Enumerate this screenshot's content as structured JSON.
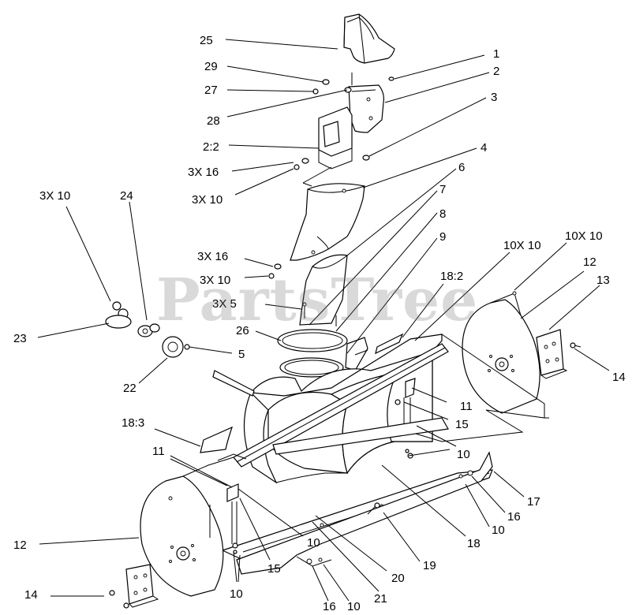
{
  "watermark": "PartsTree",
  "callouts": [
    {
      "id": "c25",
      "text": "25"
    },
    {
      "id": "c29",
      "text": "29"
    },
    {
      "id": "c27",
      "text": "27"
    },
    {
      "id": "c28",
      "text": "28"
    },
    {
      "id": "c22a",
      "text": "2:2"
    },
    {
      "id": "c3x16a",
      "text": "3X 16"
    },
    {
      "id": "c3x10a",
      "text": "3X 10"
    },
    {
      "id": "c1",
      "text": "1"
    },
    {
      "id": "c2",
      "text": "2"
    },
    {
      "id": "c3",
      "text": "3"
    },
    {
      "id": "c4",
      "text": "4"
    },
    {
      "id": "c6",
      "text": "6"
    },
    {
      "id": "c7",
      "text": "7"
    },
    {
      "id": "c8",
      "text": "8"
    },
    {
      "id": "c9",
      "text": "9"
    },
    {
      "id": "c3x10left",
      "text": "3X 10"
    },
    {
      "id": "c24",
      "text": "24"
    },
    {
      "id": "c23",
      "text": "23"
    },
    {
      "id": "c22",
      "text": "22"
    },
    {
      "id": "c5",
      "text": "5"
    },
    {
      "id": "c3x16b",
      "text": "3X 16"
    },
    {
      "id": "c3x10b",
      "text": "3X 10"
    },
    {
      "id": "c3x5",
      "text": "3X 5"
    },
    {
      "id": "c26",
      "text": "26"
    },
    {
      "id": "c18_2",
      "text": "18:2"
    },
    {
      "id": "c10x10a",
      "text": "10X 10"
    },
    {
      "id": "c10x10b",
      "text": "10X 10"
    },
    {
      "id": "c12r",
      "text": "12"
    },
    {
      "id": "c13",
      "text": "13"
    },
    {
      "id": "c14r",
      "text": "14"
    },
    {
      "id": "c11r",
      "text": "11"
    },
    {
      "id": "c15r",
      "text": "15"
    },
    {
      "id": "c10r",
      "text": "10"
    },
    {
      "id": "c18_3",
      "text": "18:3"
    },
    {
      "id": "c11l",
      "text": "11"
    },
    {
      "id": "c12l",
      "text": "12"
    },
    {
      "id": "c10l1",
      "text": "10"
    },
    {
      "id": "c15l",
      "text": "15"
    },
    {
      "id": "c10l2",
      "text": "10"
    },
    {
      "id": "c14l",
      "text": "14"
    },
    {
      "id": "c16b",
      "text": "16"
    },
    {
      "id": "c10b",
      "text": "10"
    },
    {
      "id": "c21",
      "text": "21"
    },
    {
      "id": "c20",
      "text": "20"
    },
    {
      "id": "c19",
      "text": "19"
    },
    {
      "id": "c18",
      "text": "18"
    },
    {
      "id": "c10m",
      "text": "10"
    },
    {
      "id": "c16r",
      "text": "16"
    },
    {
      "id": "c17",
      "text": "17"
    }
  ]
}
